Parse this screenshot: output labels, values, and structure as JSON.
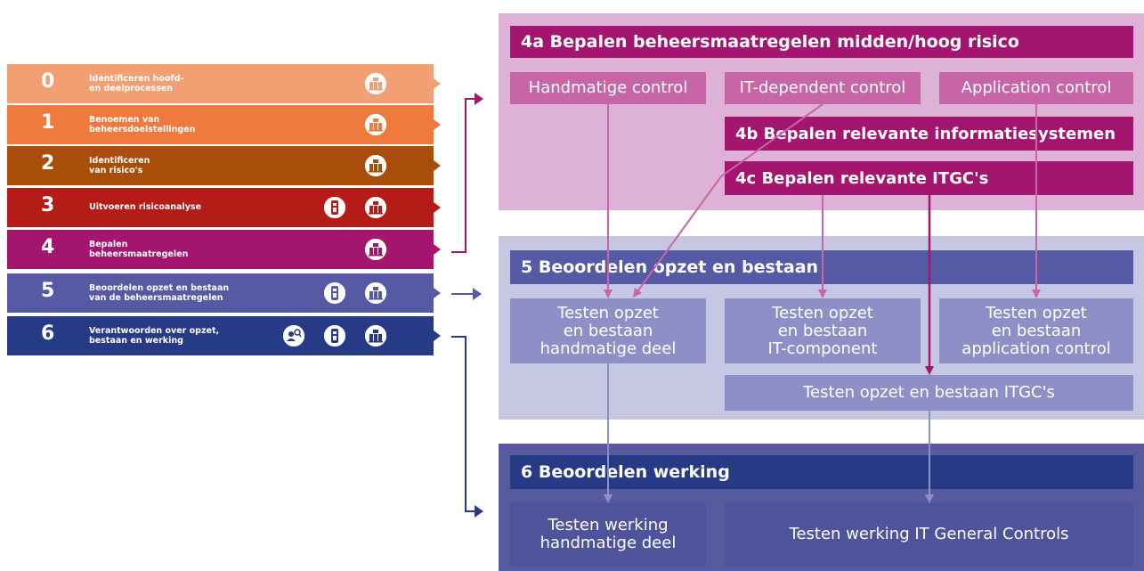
{
  "steps": [
    {
      "num": "0",
      "label": "Identificeren hoofd-\nen deelprocessen",
      "color": "#F2A073",
      "icons": [
        "organization-icon"
      ]
    },
    {
      "num": "1",
      "label": "Benoemen van\nbeheersdoelstellingen",
      "color": "#EE7A3E",
      "icons": [
        "organization-icon"
      ]
    },
    {
      "num": "2",
      "label": "Identificeren\nvan risico's",
      "color": "#A84E0A",
      "icons": [
        "organization-icon"
      ]
    },
    {
      "num": "3",
      "label": "Uitvoeren risicoanalyse",
      "color": "#B51C18",
      "icons": [
        "it-auditor-icon",
        "organization-icon"
      ]
    },
    {
      "num": "4",
      "label": "Bepalen\nbeheersmaatregelen",
      "color": "#A3156E",
      "icons": [
        "organization-icon"
      ]
    },
    {
      "num": "5",
      "label": "Beoordelen opzet en bestaan\nvan de beheersmaatregelen",
      "color": "#5659A4",
      "icons": [
        "it-auditor-icon",
        "organization-icon"
      ]
    },
    {
      "num": "6",
      "label": "Verantwoorden over opzet,\nbestaan en werking",
      "color": "#263A86",
      "icons": [
        "reviewer-icon",
        "it-auditor-icon",
        "organization-icon"
      ]
    }
  ],
  "phase4": {
    "header": "4a  Bepalen beheersmaatregelen midden/hoog risico",
    "controls": [
      "Handmatige control",
      "IT-dependent control",
      "Application control"
    ],
    "sub_b": "4b  Bepalen relevante informatiesystemen",
    "sub_c": "4c  Bepalen relevante ITGC's"
  },
  "phase5": {
    "header": "5  Beoordelen opzet en bestaan",
    "tests": [
      "Testen opzet\nen bestaan\nhandmatige deel",
      "Testen opzet\nen bestaan\nIT-component",
      "Testen opzet\nen bestaan\napplication control"
    ],
    "itgc": "Testen opzet en bestaan ITGC's"
  },
  "phase6": {
    "header": "6  Beoordelen werking",
    "tests": [
      "Testen  werking\nhandmatige deel",
      "Testen  werking IT General Controls"
    ]
  },
  "colors": {
    "magenta": "#A3156E",
    "magenta_light": "#DDB2D6",
    "magenta_box": "#C765A6",
    "blue": "#5659A4",
    "blue_light": "#C6C7E3",
    "blue_box": "#8D8FC6",
    "navy": "#263A86",
    "navy_panel": "#575A9F",
    "navy_box": "#4E539B"
  }
}
